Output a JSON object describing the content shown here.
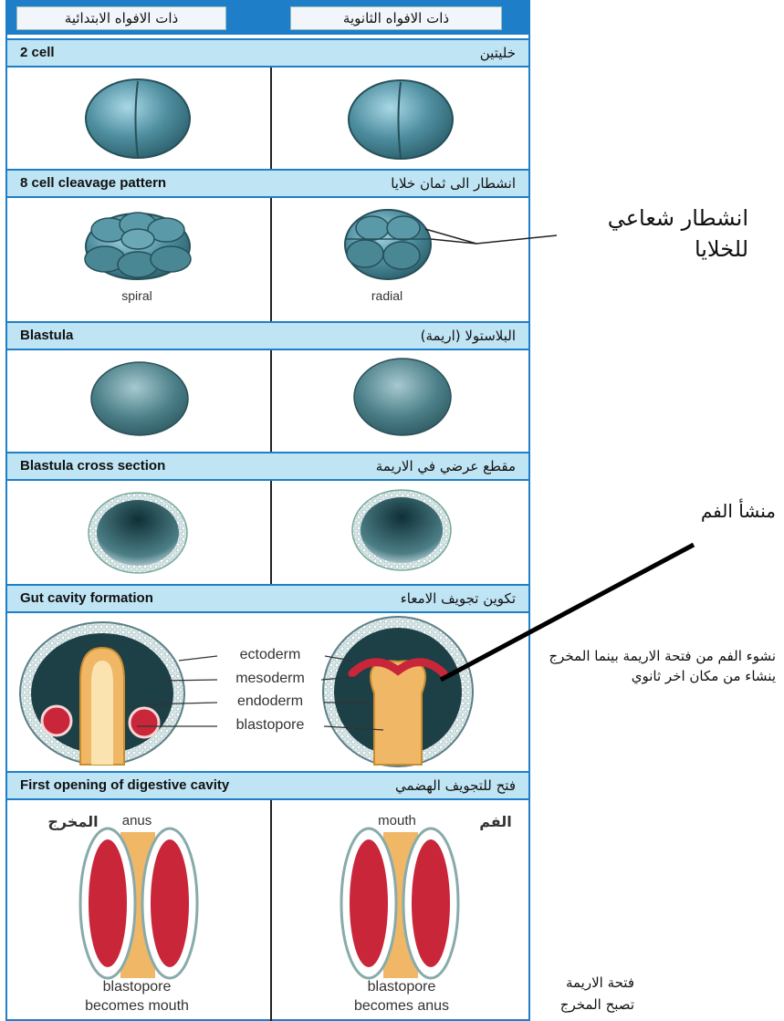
{
  "header": {
    "left_col": "ذات الافواه الابتدائية",
    "right_col": "ذات الافواه الثانوية"
  },
  "rows": [
    {
      "en": "2 cell",
      "ar": "خليتين"
    },
    {
      "en": "8 cell cleavage pattern",
      "ar": "انشطار الى ثمان خلايا"
    },
    {
      "en": "Blastula",
      "ar": "البلاستولا (اريمة)"
    },
    {
      "en": "Blastula cross section",
      "ar": "مقطع عرضي في الاريمة"
    },
    {
      "en": "Gut cavity formation",
      "ar": "تكوين تجويف الامعاء"
    },
    {
      "en": "First opening of digestive cavity",
      "ar": "فتح للتجويف الهضمي"
    }
  ],
  "captions": {
    "spiral": "spiral",
    "radial": "radial",
    "ectoderm": "ectoderm",
    "mesoderm": "mesoderm",
    "endoderm": "endoderm",
    "blastopore": "blastopore",
    "anus_en": "anus",
    "anus_ar": "المخرج",
    "mouth_en": "mouth",
    "mouth_ar": "الفم",
    "left_bottom_1": "blastopore",
    "left_bottom_2": "becomes mouth",
    "right_bottom_1": "blastopore",
    "right_bottom_2": "becomes anus"
  },
  "side_notes": {
    "radial_cleavage": "انشطار شعاعي للخلايا",
    "mouth_origin": "منشأ الفم",
    "mouth_explanation": "نشوء الفم من فتحة الاريمة بينما المخرج ينشاء من مكان اخر ثانوي",
    "blastopore_anus": "فتحة الاريمة تصبح المخرج"
  },
  "colors": {
    "frame": "#1e7fc8",
    "band": "#bfe4f4",
    "embryo": "#3d7f8c",
    "mesoderm_red": "#c9263a",
    "endoderm_tan": "#f0b866"
  }
}
